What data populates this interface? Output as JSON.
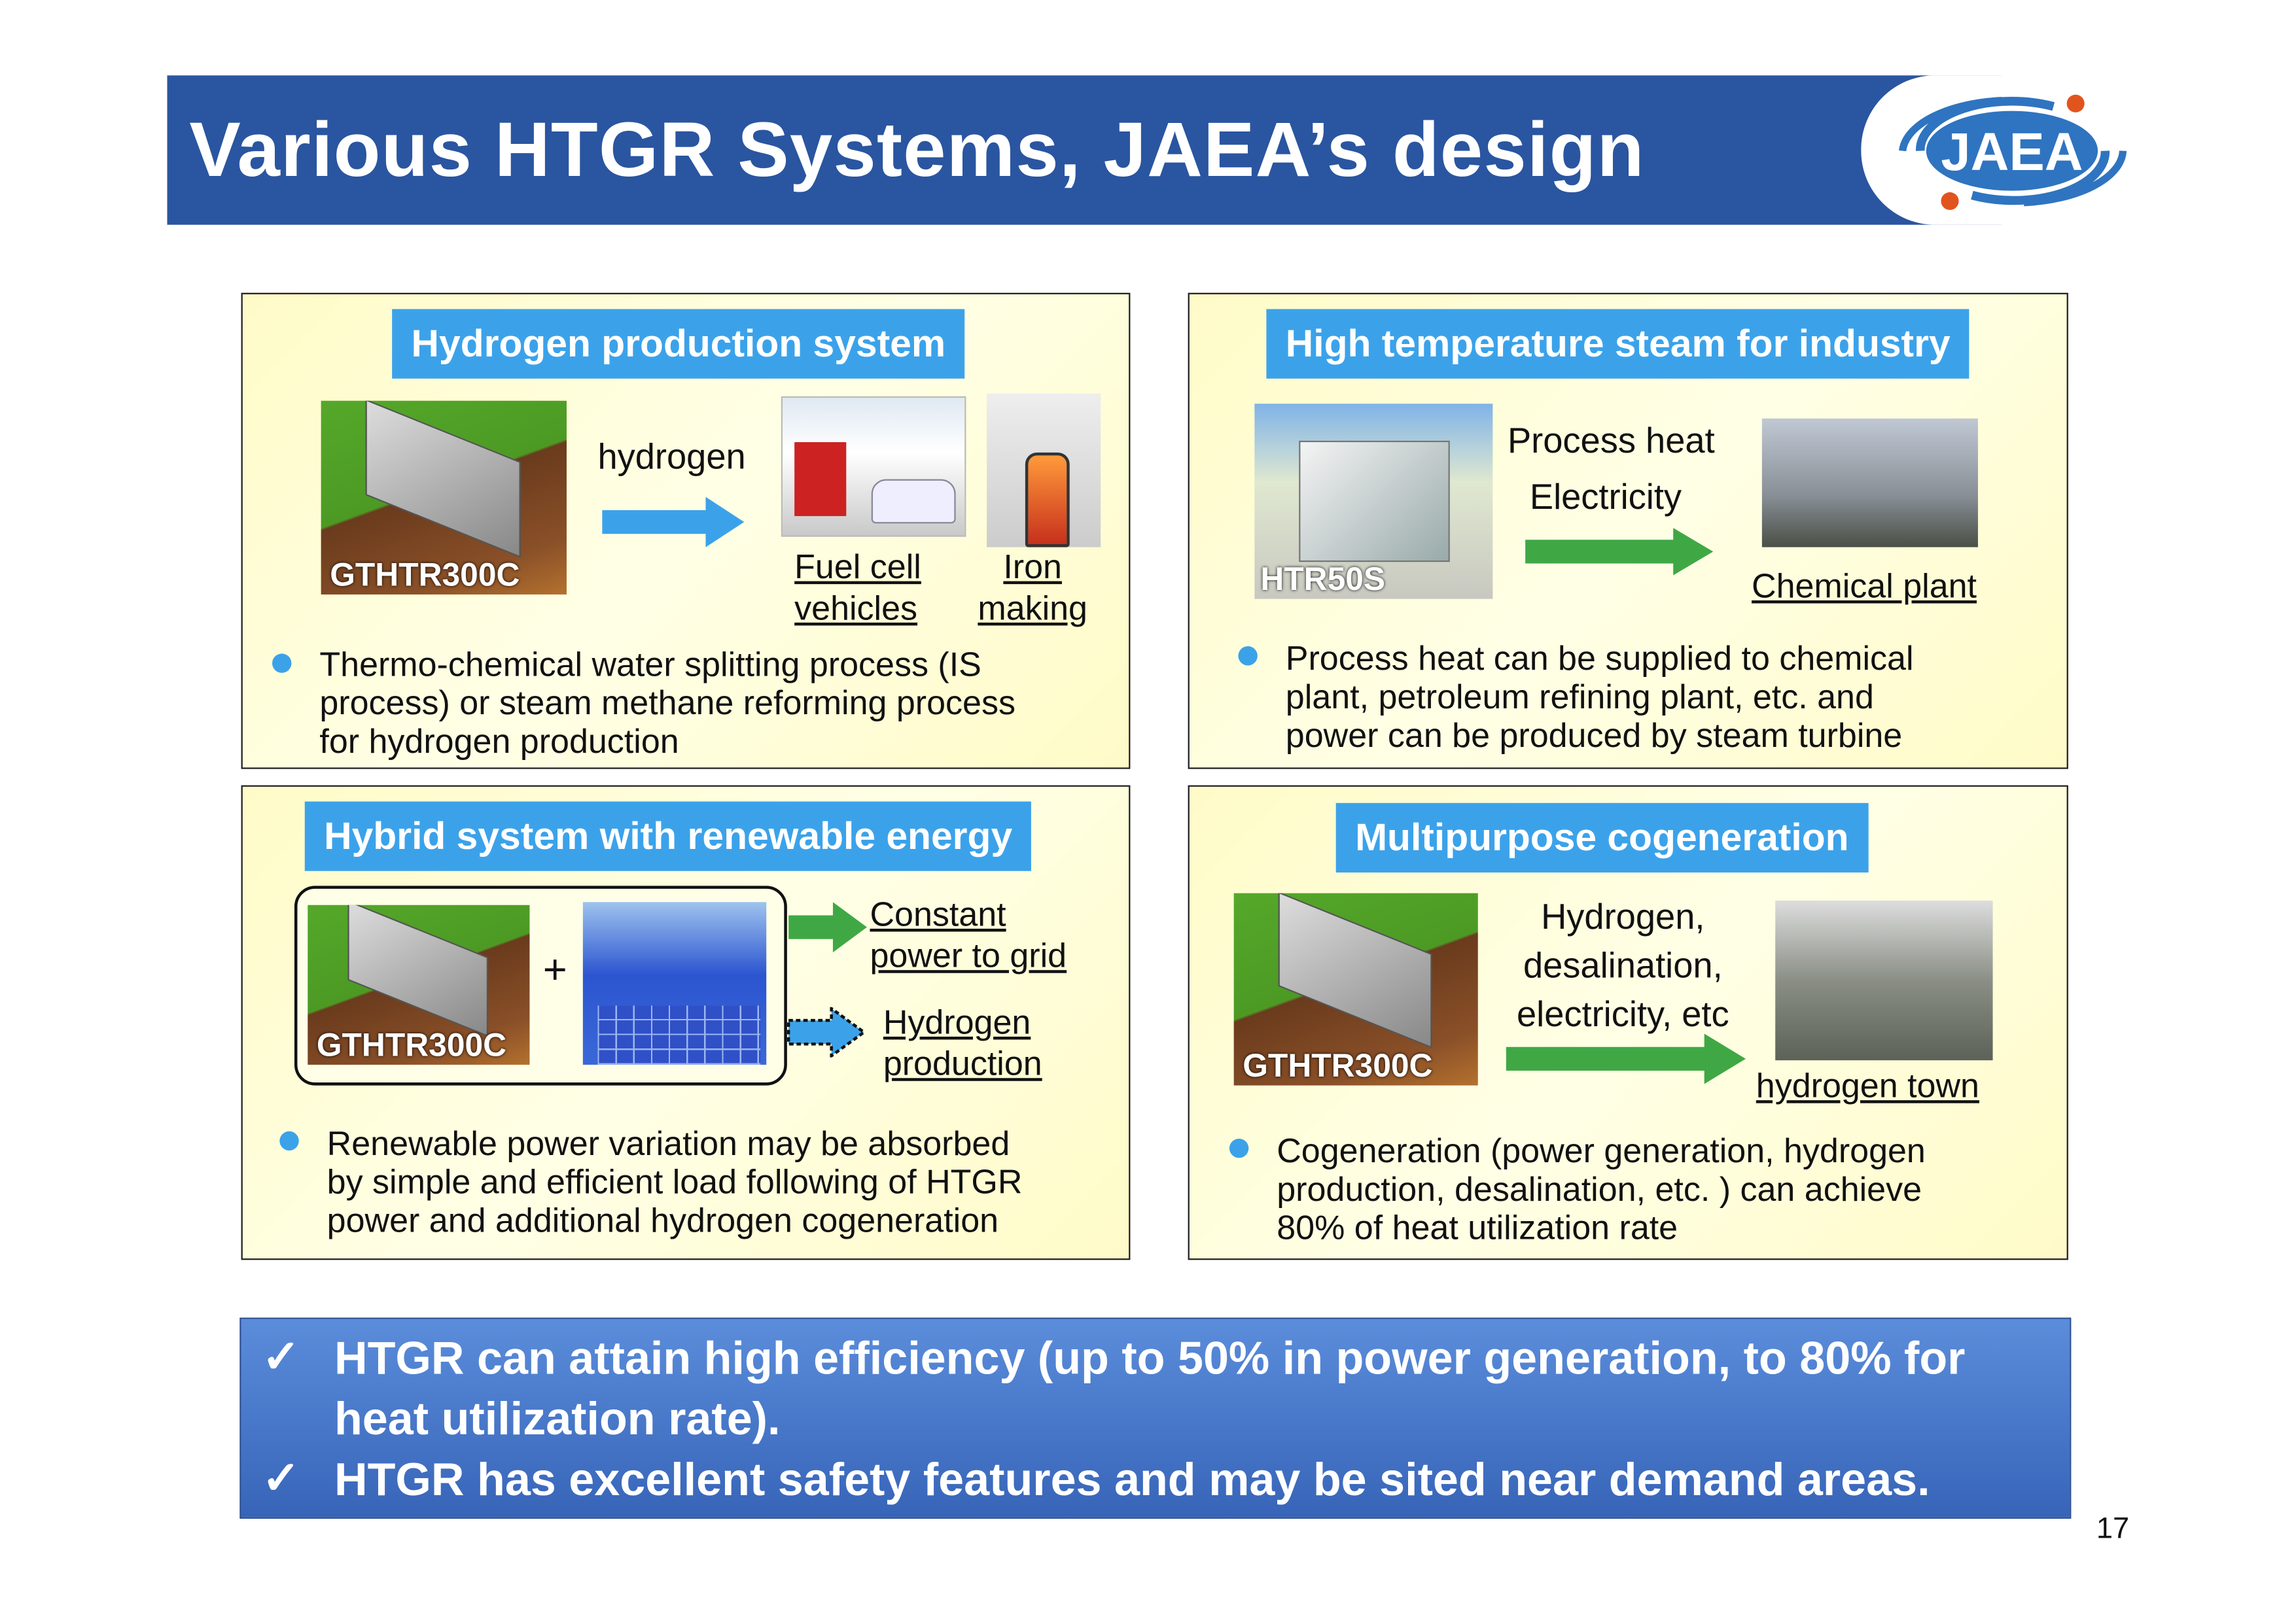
{
  "header": {
    "title": "Various HTGR Systems, JAEA’s design",
    "logo_text": "JAEA"
  },
  "panels": {
    "hydrogen": {
      "label": "Hydrogen production system",
      "reactor": "GTHTR300C",
      "arrow_label": "hydrogen",
      "outputs": [
        "Fuel cell",
        "vehicles",
        "Iron",
        "making"
      ],
      "bullet": [
        "Thermo-chemical water splitting process (IS",
        "process) or steam methane reforming process",
        "for hydrogen production"
      ]
    },
    "steam": {
      "label": "High temperature steam for industry",
      "reactor": "HTR50S",
      "arrow_labels": [
        "Process heat",
        "Electricity"
      ],
      "output": "Chemical plant",
      "bullet": [
        "Process heat can be supplied to chemical",
        "plant, petroleum refining plant, etc. and",
        "power can be produced by steam turbine"
      ]
    },
    "hybrid": {
      "label": "Hybrid system with renewable energy",
      "reactor": "GTHTR300C",
      "plus": "+",
      "outputs": [
        "Constant",
        "power to grid",
        "Hydrogen",
        "production"
      ],
      "bullet": [
        "Renewable power variation may be absorbed",
        "by simple and efficient load following of HTGR",
        "power and additional hydrogen cogeneration"
      ]
    },
    "cogen": {
      "label": "Multipurpose cogeneration",
      "reactor": "GTHTR300C",
      "arrow_labels": [
        "Hydrogen,",
        "desalination,",
        "electricity, etc"
      ],
      "output": "hydrogen town",
      "bullet": [
        "Cogeneration (power generation, hydrogen",
        "production, desalination, etc. ) can achieve",
        "80% of heat utilization rate"
      ]
    }
  },
  "summary": {
    "check": "✓",
    "lines": [
      "HTGR can attain high efficiency (up to 50% in power generation, to 80% for",
      "heat utilization rate).",
      "HTGR has excellent safety features and may be sited near demand areas."
    ]
  },
  "page_number": "17",
  "colors": {
    "header": "#2a55a0",
    "label": "#3ba2ea",
    "green_arrow": "#3fa845",
    "logo_blue": "#2f74c0",
    "logo_dot": "#e2541e"
  }
}
